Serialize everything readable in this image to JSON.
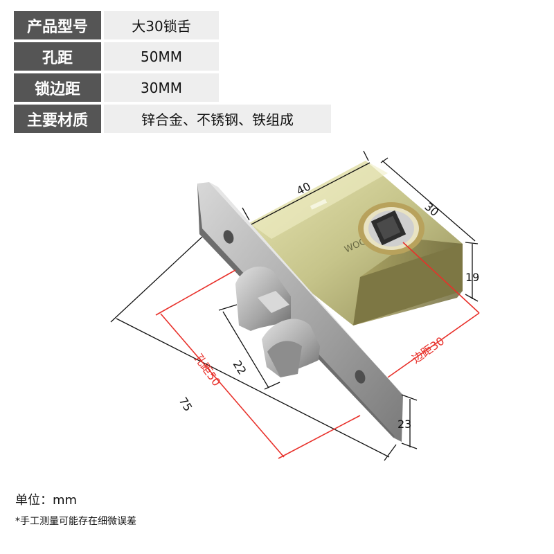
{
  "specs": [
    {
      "label": "产品型号",
      "value": "大30锁舌"
    },
    {
      "label": "孔距",
      "value": "50MM"
    },
    {
      "label": "锁边距",
      "value": "30MM"
    },
    {
      "label": "主要材质",
      "value": "锌合金、不锈钢、铁组成"
    }
  ],
  "dimensions": {
    "d40": "40",
    "d30": "30",
    "d19": "19",
    "d22": "22",
    "d75": "75",
    "d23": "23",
    "kongju": "孔距50",
    "bianju": "边距30"
  },
  "colors": {
    "dim_line": "#111111",
    "red_dim": "#e8302a",
    "label_bg": "#555555",
    "value_bg": "#eeeeee"
  },
  "footer": {
    "unit": "单位：mm",
    "note": "*手工测量可能存在细微误差"
  }
}
